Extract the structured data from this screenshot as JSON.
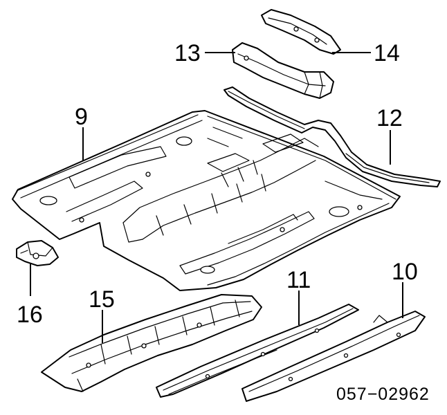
{
  "diagram": {
    "callouts": {
      "p9": "9",
      "p10": "10",
      "p11": "11",
      "p12": "12",
      "p13": "13",
      "p14": "14",
      "p15": "15",
      "p16": "16"
    },
    "reference_code": "057−02962"
  }
}
